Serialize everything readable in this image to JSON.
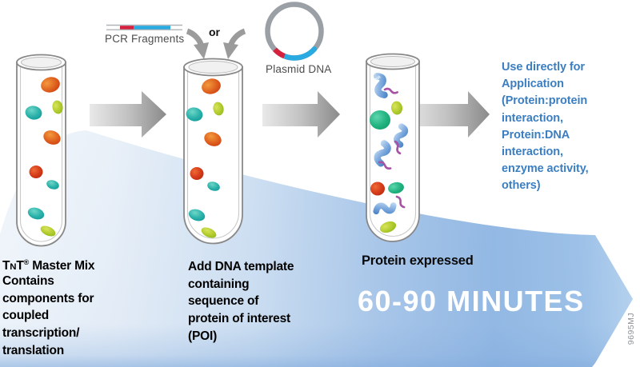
{
  "labels": {
    "pcr_fragments": "PCR Fragments",
    "or": "or",
    "plasmid_dna": "Plasmid DNA",
    "duration": "60-90 MINUTES",
    "figure_code": "9695MJ",
    "poi_tag": "POI"
  },
  "steps": {
    "step1": {
      "title": {
        "t1": "T",
        "small_n": "N",
        "t2": "T",
        "reg": "®",
        "rest": " Master Mix"
      },
      "body": "Contains\ncomponents for\ncoupled\ntranscription/\ntranslation"
    },
    "step2": {
      "body": "Add DNA template\ncontaining\nsequence of\nprotein of interest\n(POI)"
    },
    "step3": {
      "label": "Protein expressed"
    }
  },
  "application_note": "Use directly for\nApplication\n(Protein:protein\ninteraction,\nProtein:DNA\ninteraction,\nenzyme activity,\nothers)",
  "colors": {
    "app_blue": "#3b7ec2",
    "caption_text": "#000000",
    "label_gray": "#4d4d4d",
    "code_gray": "#8f9499",
    "duration_white": "#ffffff",
    "swoosh_strong": "#8fb7e3",
    "swoosh_light": "#eef4fb",
    "arrow_gray_dark": "#8a8a8a",
    "arrow_gray_mid": "#9b9b9b",
    "arrow_gray_light": "#e6e6e6",
    "tube_outline": "#888888",
    "dna_red": "#d6213e",
    "dna_cyan": "#29abe2",
    "plasmid_gray": "#9aa0a6",
    "blob_orange": "#d94f16",
    "blob_teal": "#17a39b",
    "blob_yellow_green": "#93c01f",
    "blob_emerald": "#12a572",
    "blob_blue": "#4c86c8",
    "blob_purple": "#a653a6",
    "blob_red": "#c42814"
  }
}
